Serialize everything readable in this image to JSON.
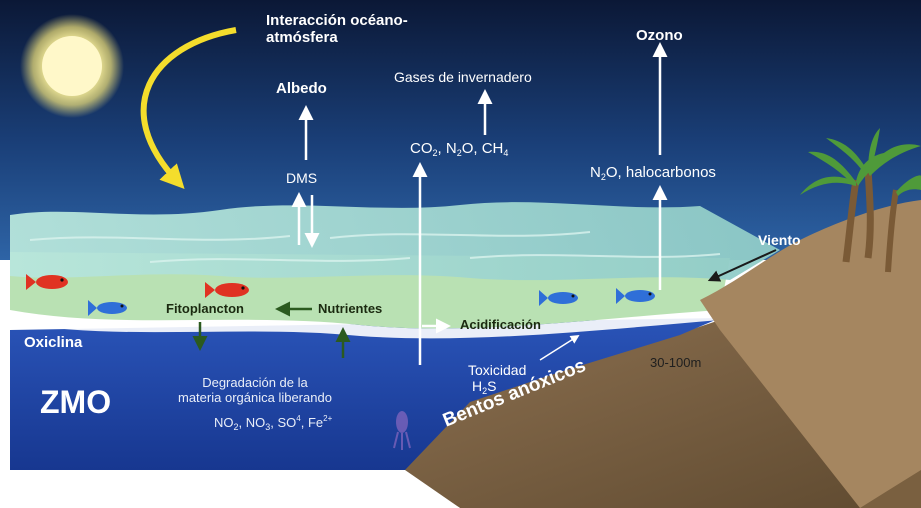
{
  "labels": {
    "interaction_line1": "Interacción océano-",
    "interaction_line2": "atmósfera",
    "ozone": "Ozono",
    "greenhouse": "Gases de invernadero",
    "albedo": "Albedo",
    "dms": "DMS",
    "co2": {
      "a": "CO",
      "a_sub": "2",
      "b": ", N",
      "b_sub": "2",
      "c": "O, CH",
      "c_sub": "4"
    },
    "n2o": {
      "a": "N",
      "a_sub": "2",
      "b": "O, halocarbonos"
    },
    "wind": "Viento",
    "phytoplankton": "Fitoplancton",
    "nutrients": "Nutrientes",
    "acidification": "Acidificación",
    "oxycline": "Oxiclina",
    "zmo": "ZMO",
    "degradation_line1": "Degradación de la",
    "degradation_line2": "materia orgánica liberando",
    "ions": {
      "no2": "NO",
      "no2_sub": "2",
      "no3": ", NO",
      "no3_sub": "3",
      "so4": ", SO",
      "so4_sup": "4",
      "fe": ", Fe",
      "fe_sup": "2+"
    },
    "toxicity": "Toxicidad",
    "h2s": {
      "a": "H",
      "a_sub": "2",
      "b": "S"
    },
    "depth": "30-100m",
    "benthos": "Bentos anóxicos"
  },
  "colors": {
    "sky_top": "#0b1836",
    "sky_bottom": "#2e64a6",
    "surface_water": "#a7dcd2",
    "euphotic_layer": "#b9e1b3",
    "zmo_water": "#1c3fa0",
    "seafloor": "#7d6344",
    "land": "#a58660",
    "sun": "#fff6a8",
    "sun_arrow": "#f4dd2c",
    "fish_red": "#e03222",
    "fish_blue": "#2f6fd8",
    "palm_green": "#4f9a3a"
  },
  "icons": [
    "sun-icon",
    "red-fish-icon",
    "blue-fish-icon",
    "squid-icon",
    "palm-tree-icon"
  ]
}
